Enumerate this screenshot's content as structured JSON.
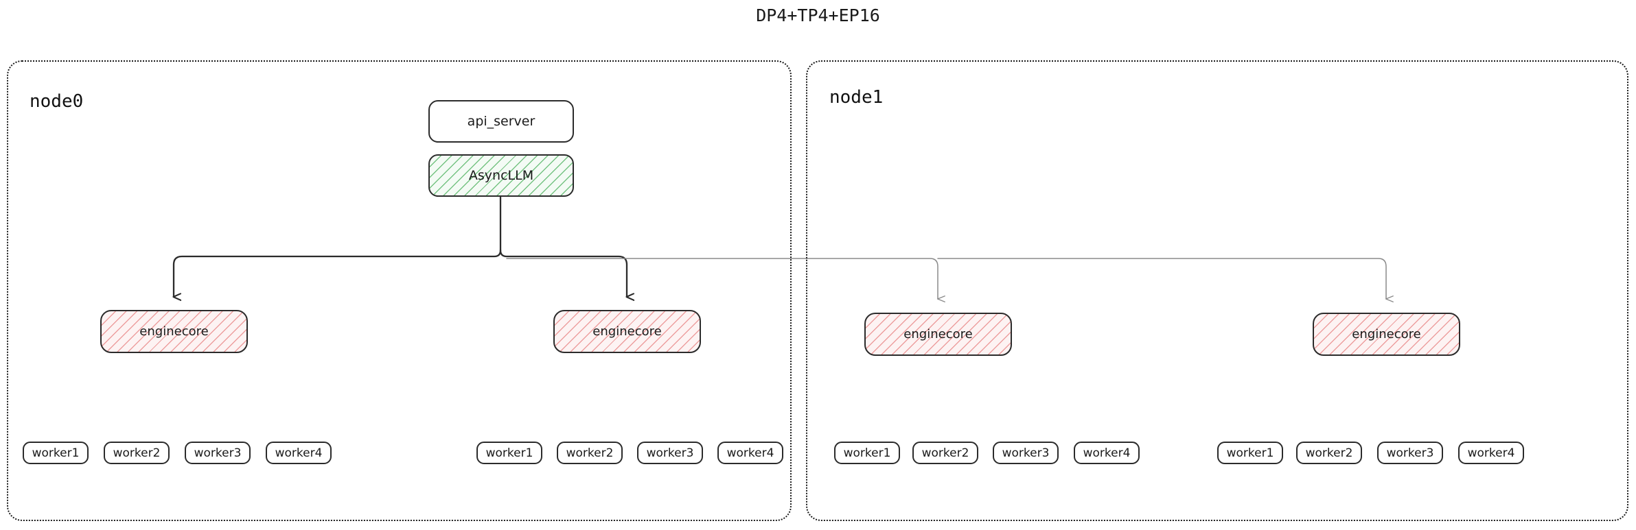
{
  "title": "DP4+TP4+EP16",
  "colors": {
    "engine_hatch": "#e88282",
    "async_hatch": "#5fb96e",
    "box_border": "#2b2b2b",
    "node_border": "#1a1a1a",
    "arrow_dark": "#2b2b2b",
    "arrow_light": "#8a8a8a"
  },
  "nodes": [
    {
      "label": "node0",
      "engines": [
        {
          "label": "enginecore",
          "workers": [
            {
              "label": "worker1"
            },
            {
              "label": "worker2"
            },
            {
              "label": "worker3"
            },
            {
              "label": "worker4"
            }
          ]
        },
        {
          "label": "enginecore",
          "workers": [
            {
              "label": "worker1"
            },
            {
              "label": "worker2"
            },
            {
              "label": "worker3"
            },
            {
              "label": "worker4"
            }
          ]
        }
      ]
    },
    {
      "label": "node1",
      "engines": [
        {
          "label": "enginecore",
          "workers": [
            {
              "label": "worker1"
            },
            {
              "label": "worker2"
            },
            {
              "label": "worker3"
            },
            {
              "label": "worker4"
            }
          ]
        },
        {
          "label": "enginecore",
          "workers": [
            {
              "label": "worker1"
            },
            {
              "label": "worker2"
            },
            {
              "label": "worker3"
            },
            {
              "label": "worker4"
            }
          ]
        }
      ]
    }
  ],
  "server": {
    "api_server_label": "api_server",
    "async_llm_label": "AsyncLLM"
  }
}
